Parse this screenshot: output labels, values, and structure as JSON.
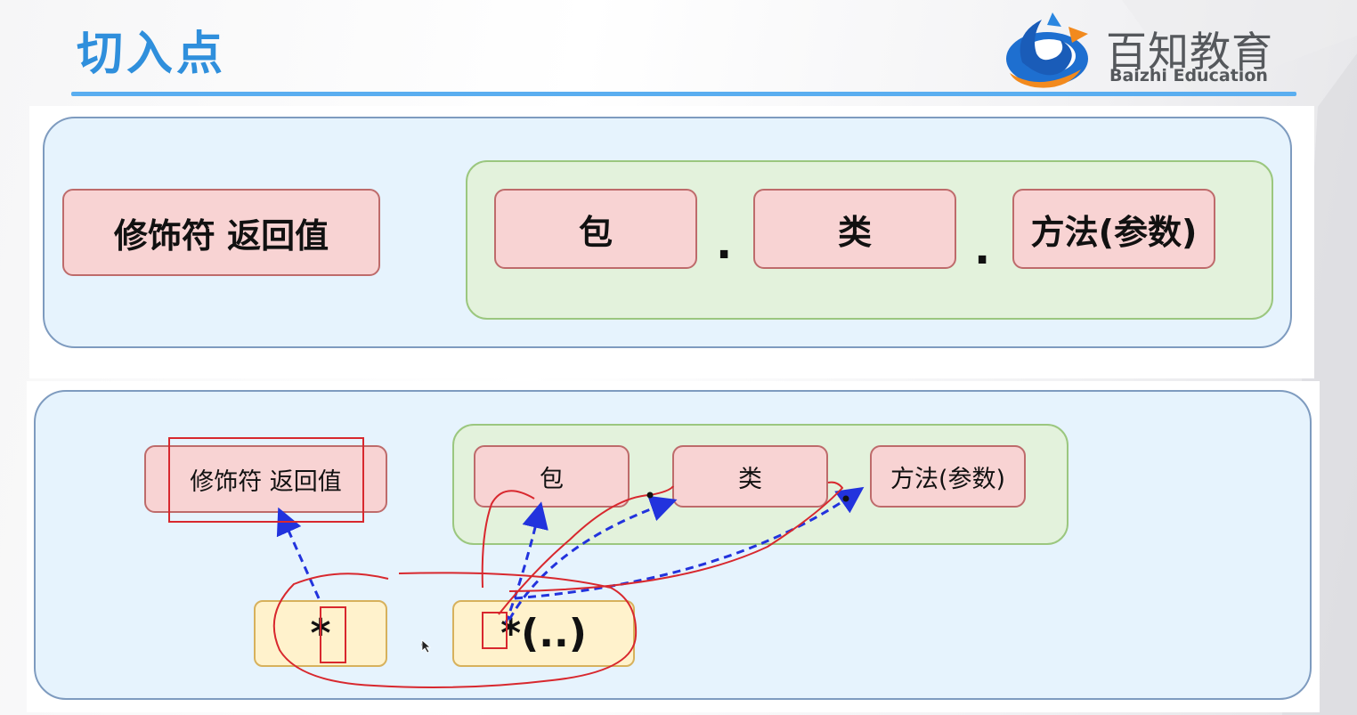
{
  "header": {
    "title": "切入点",
    "logo_cn": "百知教育",
    "logo_en": "Baizhi Education"
  },
  "template_diagram": {
    "modifier_return": "修饰符 返回值",
    "package": "包",
    "class": "类",
    "method": "方法(参数)",
    "separator": "."
  },
  "example_diagram": {
    "modifier_return": "修饰符 返回值",
    "package": "包",
    "class": "类",
    "method": "方法(参数)",
    "return_wildcard": "*",
    "separator": ".",
    "method_wildcard": "*(..)"
  },
  "colors": {
    "title": "#2f8fdc",
    "outer_fill": "#e6f3fd",
    "group_fill": "#e3f2dc",
    "box_fill": "#f8d3d3",
    "wildcard_fill": "#fff2cc",
    "arrow": "#2233dd",
    "annotation": "#d8282e"
  }
}
